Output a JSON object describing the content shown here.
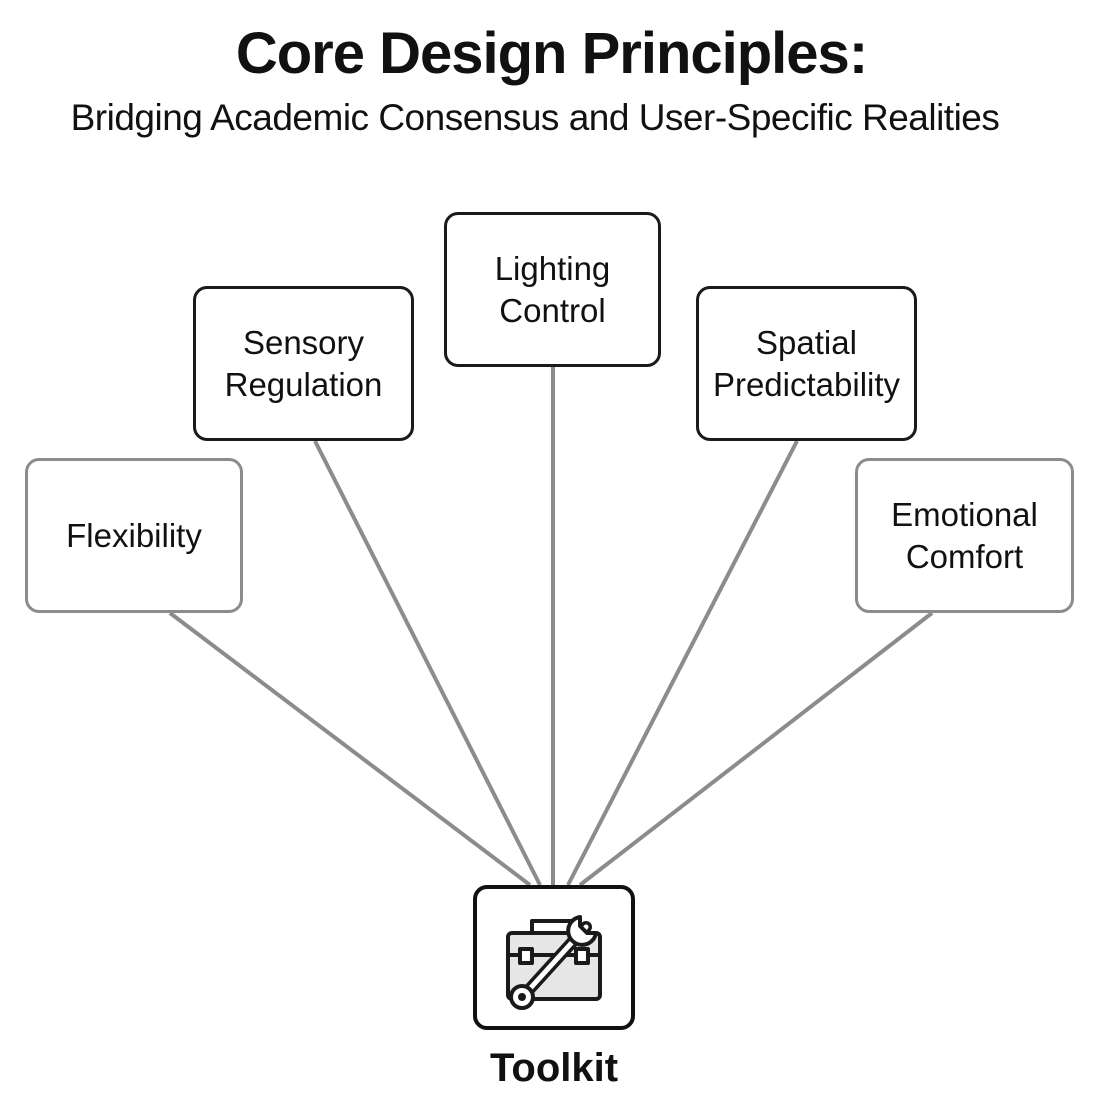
{
  "header": {
    "title": "Core Design Principles:",
    "subtitle": "Bridging Academic Consensus and User-Specific Realities"
  },
  "principles": [
    {
      "label": "Flexibility"
    },
    {
      "label": "Sensory\nRegulation"
    },
    {
      "label": "Lighting\nControl"
    },
    {
      "label": "Spatial\nPredictability"
    },
    {
      "label": "Emotional\nComfort"
    }
  ],
  "hub": {
    "label": "Toolkit",
    "icon": "toolbox-wrench-icon"
  },
  "colors": {
    "connector": "#8c8c8c",
    "text": "#111111",
    "border_dark": "#1a1a1a",
    "border_light": "#8c8c8c"
  }
}
